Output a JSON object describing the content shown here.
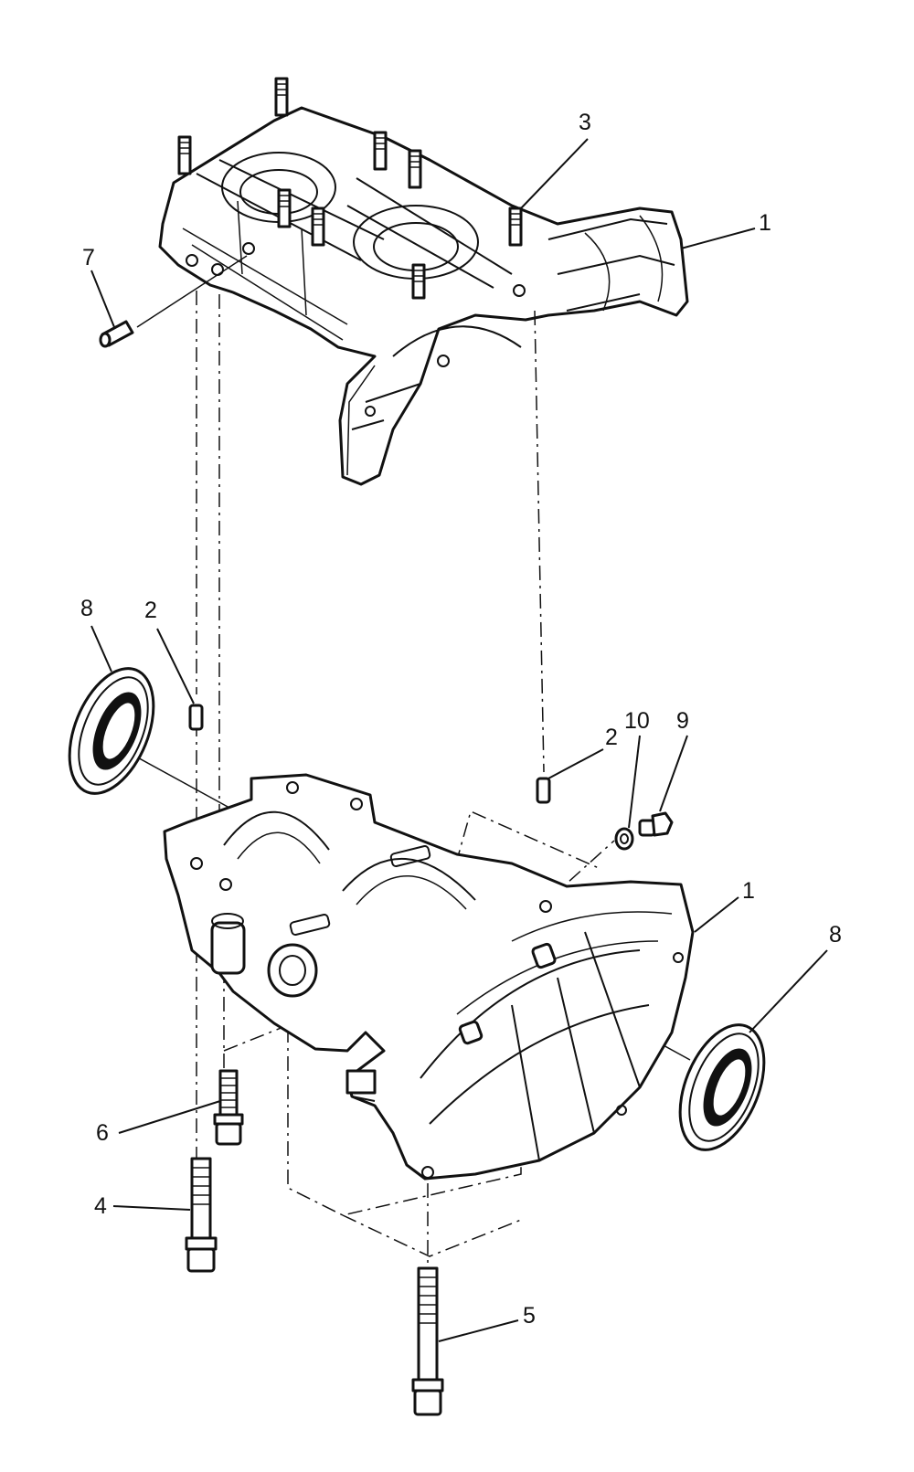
{
  "callouts": [
    {
      "id": "c1a",
      "label": "1"
    },
    {
      "id": "c1b",
      "label": "1"
    },
    {
      "id": "c2a",
      "label": "2"
    },
    {
      "id": "c2b",
      "label": "2"
    },
    {
      "id": "c3",
      "label": "3"
    },
    {
      "id": "c4",
      "label": "4"
    },
    {
      "id": "c5",
      "label": "5"
    },
    {
      "id": "c6",
      "label": "6"
    },
    {
      "id": "c7",
      "label": "7"
    },
    {
      "id": "c8a",
      "label": "8"
    },
    {
      "id": "c8b",
      "label": "8"
    },
    {
      "id": "c9",
      "label": "9"
    },
    {
      "id": "c10",
      "label": "10"
    }
  ]
}
